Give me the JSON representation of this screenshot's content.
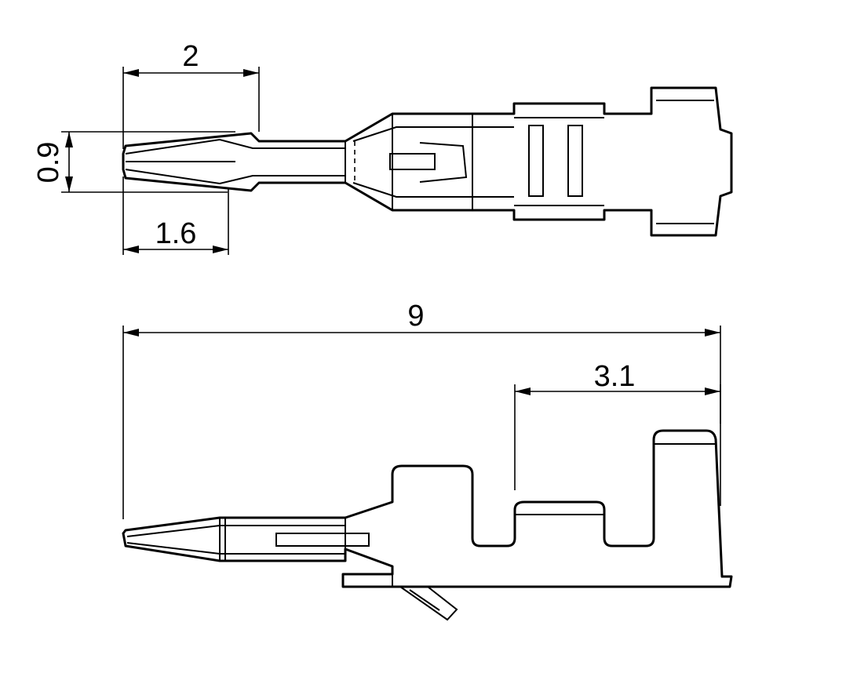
{
  "drawing": {
    "dimensions": {
      "tip_length": "2",
      "tip_height": "0.9",
      "taper_length": "1.6",
      "overall_length": "9",
      "crimp_length": "3.1"
    },
    "views": [
      "top-view",
      "side-view"
    ]
  }
}
